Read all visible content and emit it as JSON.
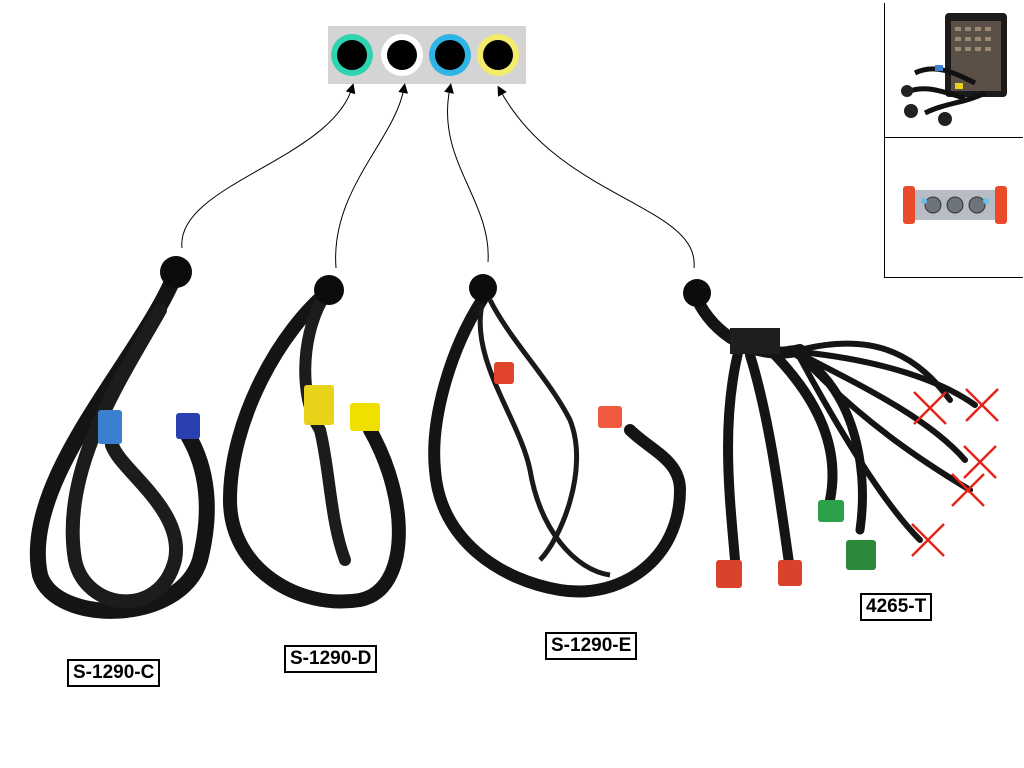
{
  "port_panel": {
    "background": "#d4d4d4",
    "rings": [
      {
        "name": "green",
        "color": "#2ed3b0"
      },
      {
        "name": "white",
        "color": "#ffffff"
      },
      {
        "name": "cyan",
        "color": "#2fb4e6"
      },
      {
        "name": "yellow",
        "color": "#f3ec6b"
      }
    ]
  },
  "cables": [
    {
      "label": "S-1290-C",
      "connector_colors": [
        "#3a7fd0",
        "#2a3fb0"
      ]
    },
    {
      "label": "S-1290-D",
      "connector_colors": [
        "#e8d21a",
        "#f0e000"
      ]
    },
    {
      "label": "S-1290-E",
      "connector_colors": [
        "#e0442a",
        "#f05a40"
      ]
    },
    {
      "label": "4265-T",
      "connector_colors": [
        "#d9432c",
        "#2fa04a",
        "#2a8a3a"
      ]
    }
  ],
  "crossed_out_marker_color": "#e8231a",
  "inset": {
    "photos": [
      "case-photo",
      "interface-box-photo"
    ]
  }
}
